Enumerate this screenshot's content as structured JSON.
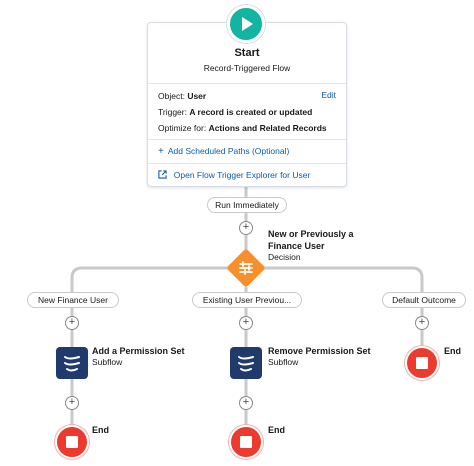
{
  "start": {
    "title": "Start",
    "subtitle": "Record-Triggered Flow",
    "object_label": "Object:",
    "object_value": "User",
    "edit_label": "Edit",
    "trigger_label": "Trigger:",
    "trigger_value": "A record is created or updated",
    "optimize_label": "Optimize for:",
    "optimize_value": "Actions and Related Records",
    "add_scheduled_paths": "Add Scheduled Paths (Optional)",
    "open_explorer": "Open Flow Trigger Explorer for User"
  },
  "run_immediately": "Run Immediately",
  "decision": {
    "title_line1": "New or Previously a",
    "title_line2": "Finance User",
    "type": "Decision"
  },
  "branches": [
    {
      "label": "New Finance User",
      "action_title": "Add a Permission Set",
      "action_type": "Subflow",
      "end_label": "End"
    },
    {
      "label": "Existing User Previou...",
      "action_title": "Remove Permission Set",
      "action_type": "Subflow",
      "end_label": "End"
    },
    {
      "label": "Default Outcome",
      "end_label": "End"
    }
  ],
  "colors": {
    "start": "#12b5a1",
    "decision": "#f88f2d",
    "subflow": "#1f3a6b",
    "end": "#ea3b2e",
    "link": "#0b5cab",
    "connector": "#c9c9c9"
  },
  "icons": {
    "start": "play-icon",
    "decision": "decision-icon",
    "subflow": "subflow-icon",
    "end": "stop-icon",
    "add": "plus-icon",
    "external": "external-link-icon"
  }
}
